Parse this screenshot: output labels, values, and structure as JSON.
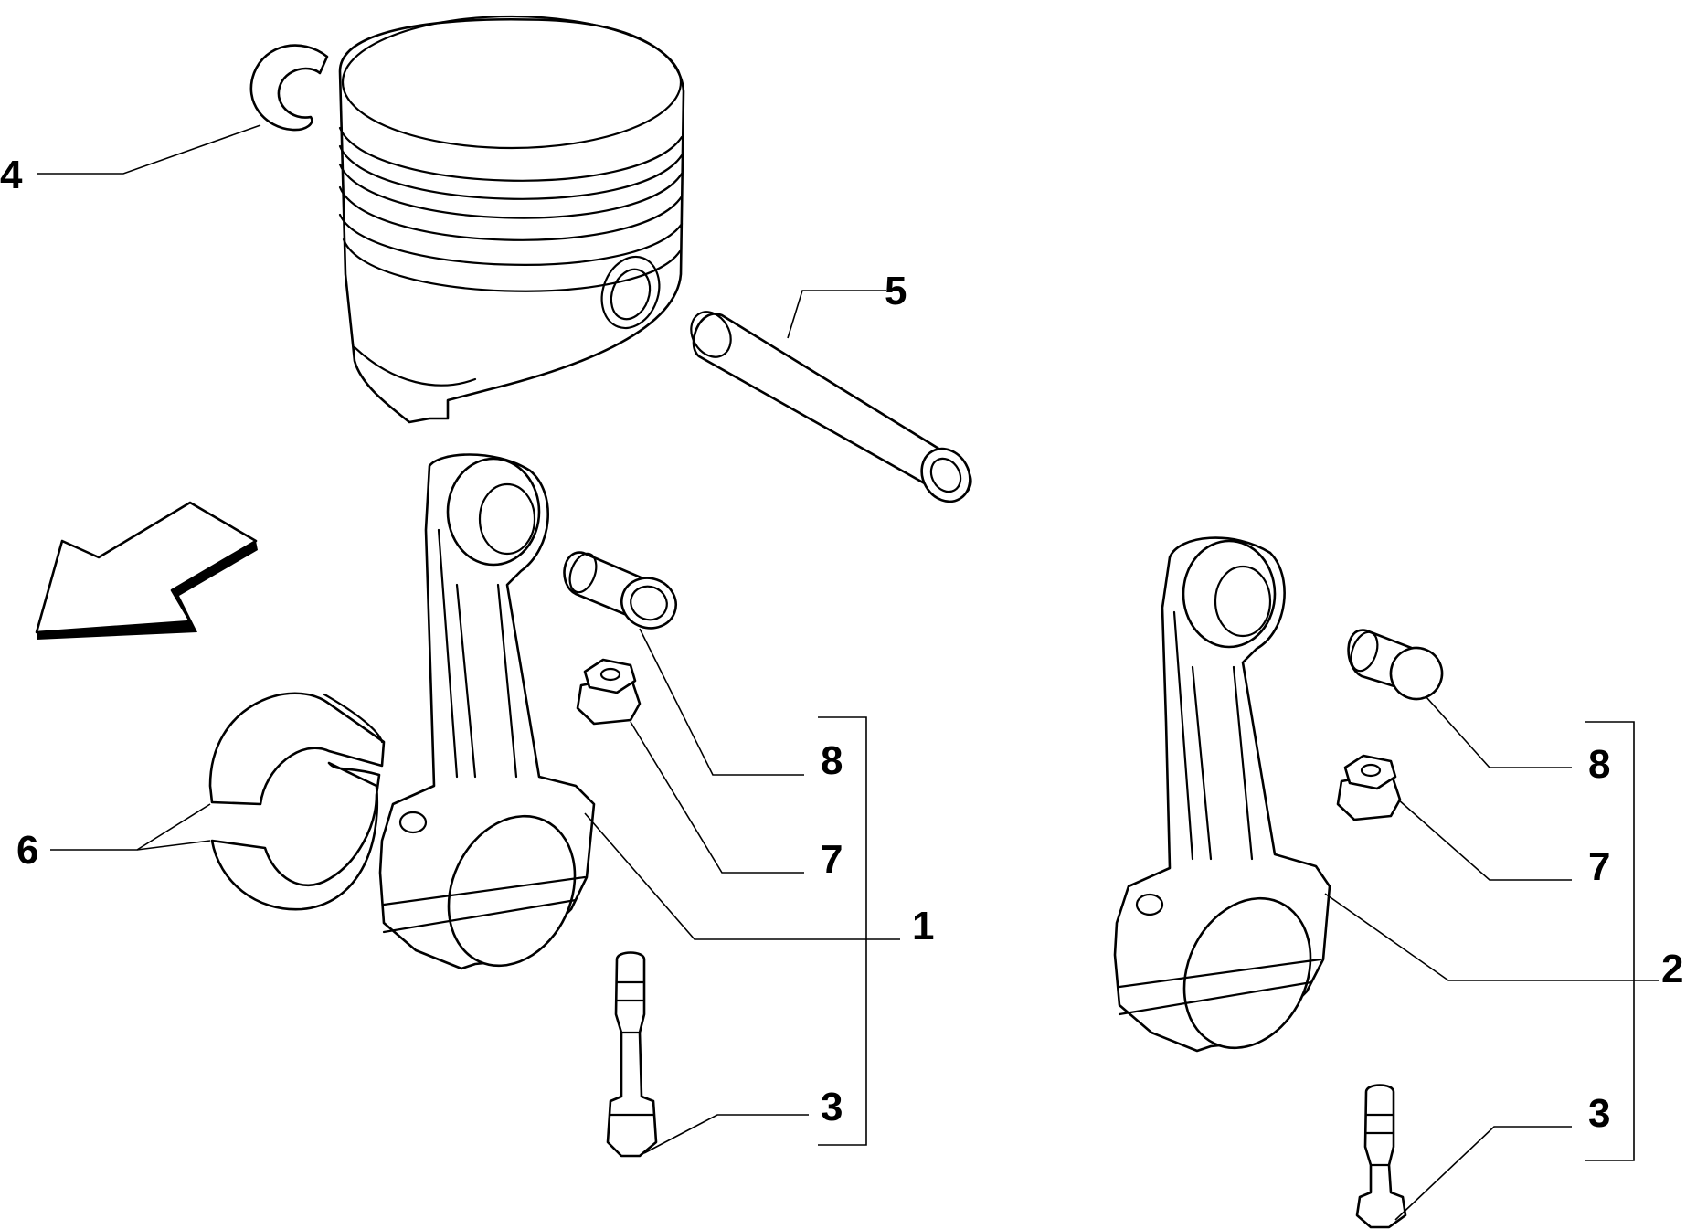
{
  "callouts": [
    {
      "id": "4",
      "text": "4"
    },
    {
      "id": "5",
      "text": "5"
    },
    {
      "id": "6",
      "text": "6"
    },
    {
      "id": "8a",
      "text": "8"
    },
    {
      "id": "7a",
      "text": "7"
    },
    {
      "id": "1",
      "text": "1"
    },
    {
      "id": "3a",
      "text": "3"
    },
    {
      "id": "8b",
      "text": "8"
    },
    {
      "id": "7b",
      "text": "7"
    },
    {
      "id": "2",
      "text": "2"
    },
    {
      "id": "3b",
      "text": "3"
    }
  ]
}
